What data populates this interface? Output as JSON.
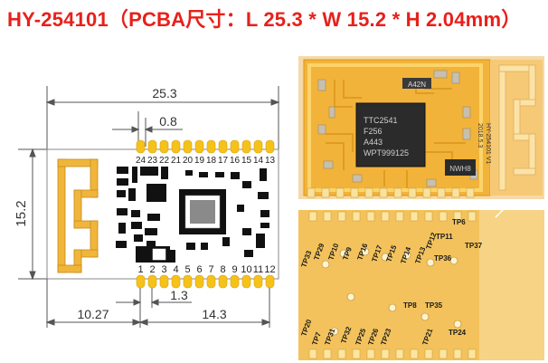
{
  "title": "HY-254101（PCBA尺寸：L 25.3 * W 15.2 * H 2.04mm）",
  "dimensions": {
    "length": "25.3",
    "width": "15.2",
    "pitch": "0.8",
    "pad_gap": "1.3",
    "offset_left": "10.27",
    "pad_span": "14.3"
  },
  "pins_top": [
    "24",
    "23",
    "22",
    "21",
    "20",
    "19",
    "18",
    "17",
    "16",
    "15",
    "14",
    "13"
  ],
  "pins_bottom": [
    "1",
    "2",
    "3",
    "4",
    "5",
    "6",
    "7",
    "8",
    "9",
    "10",
    "11",
    "12"
  ],
  "chip_main": [
    "TTC2541",
    "F256",
    "A443",
    "WPT999125"
  ],
  "chip_top_label": "A42N",
  "chip_small_label": "NWH8",
  "board_label": [
    "HY-254101 V1",
    "2018.5.3"
  ],
  "test_points": [
    "TP6",
    "TP11",
    "TP37",
    "TP36",
    "TP33",
    "TP29",
    "TP10",
    "TP9",
    "TP16",
    "TP17",
    "TP15",
    "TP14",
    "TP13",
    "TP12",
    "TP20",
    "TP7",
    "TP31",
    "TP32",
    "TP25",
    "TP26",
    "TP23",
    "TP8",
    "TP35",
    "TP21",
    "TP24"
  ],
  "colors": {
    "title": "#e8201a",
    "pcb": "#f2b33a",
    "pcb_dark": "#d99419",
    "antenna": "#f0b63c",
    "pad": "#f6c21a",
    "chip": "#2b2b2b"
  }
}
